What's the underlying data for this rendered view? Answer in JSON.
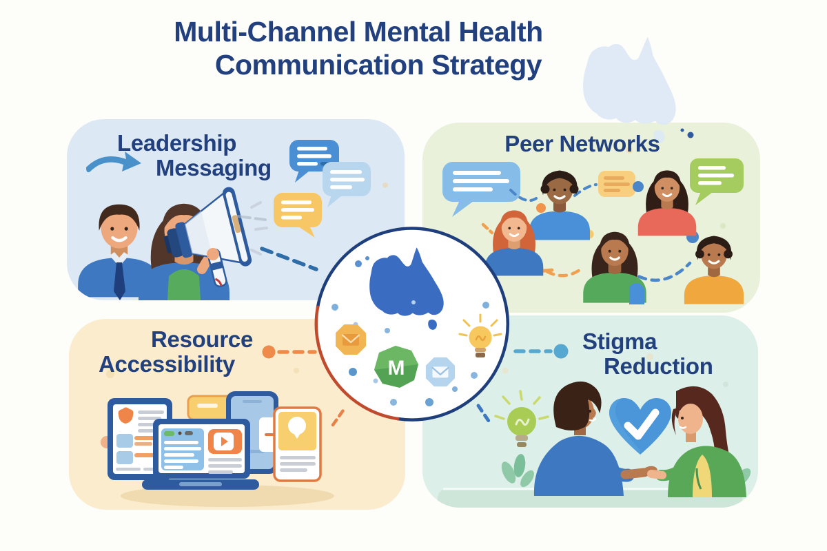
{
  "title": {
    "line1": "Multi-Channel Mental Health",
    "line2": "Communication Strategy"
  },
  "panels": {
    "leadership": {
      "title_line1": "Leadership",
      "title_line2": "Messaging"
    },
    "peer": {
      "title": "Peer Networks"
    },
    "resource": {
      "title_line1": "Resource",
      "title_line2": "Accessibility"
    },
    "stigma": {
      "title_line1": "Stigma",
      "title_line2": "Reduction"
    }
  },
  "center": {
    "badge_letter": "M"
  },
  "icons": [
    "australia-map-icon",
    "megaphone-icon",
    "speech-bubble-icon",
    "arrow-swoosh-icon",
    "envelope-badge-icon",
    "m-badge-icon",
    "lightbulb-icon",
    "heart-check-icon",
    "leaf-icon",
    "avatar-icon",
    "devices-illustration"
  ],
  "colors": {
    "heading": "#21407d",
    "leadership_bg": "#dce9f5",
    "peer_bg": "#e9f1da",
    "resource_bg": "#faeccd",
    "stigma_bg": "#dcefe8",
    "circle_border": "#1e3f7c",
    "circle_accent": "#c04a2e",
    "map_blue": "#3a6cc2",
    "watermark": "#dde9f6",
    "connector_blue": "#2e6da8",
    "connector_orange": "#ee8a4a"
  }
}
